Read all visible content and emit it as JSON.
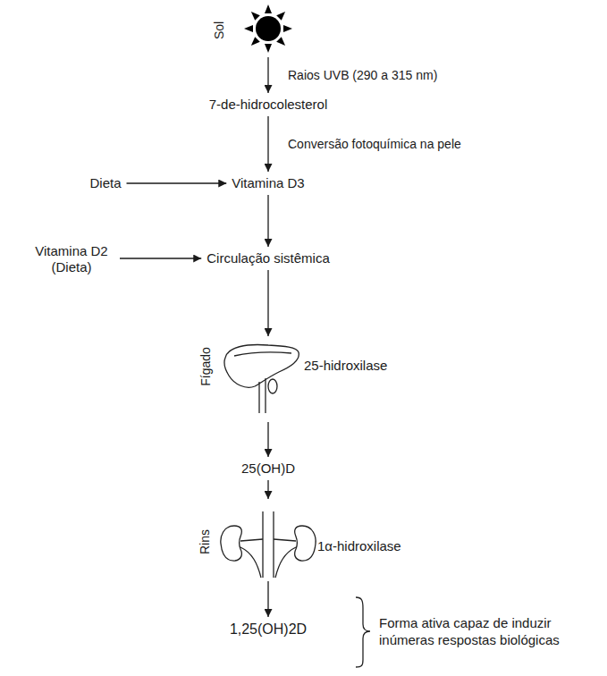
{
  "diagram": {
    "nodes": [
      {
        "text": [
          "Sol"
        ]
      },
      {
        "text": [
          "7-de-hidrocolesterol"
        ]
      },
      {
        "text": [
          "Dieta"
        ]
      },
      {
        "text": [
          "Vitamina D3"
        ]
      },
      {
        "text": [
          "Vitamina D2 (Dieta)"
        ]
      },
      {
        "text": [
          "Circulação sistêmica"
        ]
      },
      {
        "text": [
          "Fígado",
          "25-hidroxilase"
        ]
      },
      {
        "text": [
          "25(OH)D"
        ]
      },
      {
        "text": [
          "Rins",
          "1α-hidroxilase"
        ]
      },
      {
        "text": [
          "1,25(OH)2D"
        ]
      }
    ],
    "edges": [
      {
        "from": 0,
        "to": 1,
        "label": "Raios UVB (290 a 315 nm)",
        "arrow": "to"
      },
      {
        "from": 1,
        "to": 3,
        "label": "Conversão fotoquímica na pele",
        "arrow": "to"
      },
      {
        "from": 2,
        "to": 3,
        "arrow": "to"
      },
      {
        "from": 3,
        "to": 5,
        "arrow": "to"
      },
      {
        "from": 4,
        "to": 5,
        "arrow": "to"
      },
      {
        "from": 5,
        "to": 6,
        "arrow": "to"
      },
      {
        "from": 6,
        "to": 7,
        "arrow": "to"
      },
      {
        "from": 7,
        "to": 8,
        "arrow": "to"
      },
      {
        "from": 8,
        "to": 9,
        "arrow": "to"
      }
    ],
    "labels": [
      "Forma ativa capaz de induzir inúmeras respostas biológicas"
    ]
  }
}
